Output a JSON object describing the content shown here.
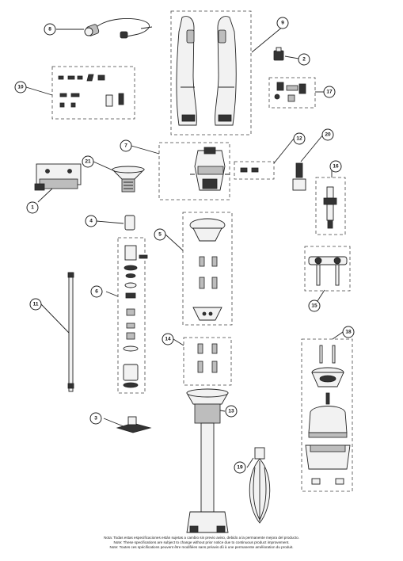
{
  "callouts": [
    "1",
    "2",
    "3",
    "4",
    "5",
    "6",
    "7",
    "8",
    "9",
    "10",
    "11",
    "12",
    "13",
    "14",
    "15",
    "16",
    "17",
    "18",
    "19",
    "20",
    "21"
  ],
  "notes": {
    "es": "Nota: Todas estas especificaciones están sujetas a cambio sin previo aviso, debido a la permanente mejora del producto.",
    "en": "Note: These specifications are subject to change without prior notice due to continuous product improvement.",
    "fr": "Note: Toutes ces spécifications peuvent être modifiées sans préavis dû à une permanente amélioration du produit."
  }
}
